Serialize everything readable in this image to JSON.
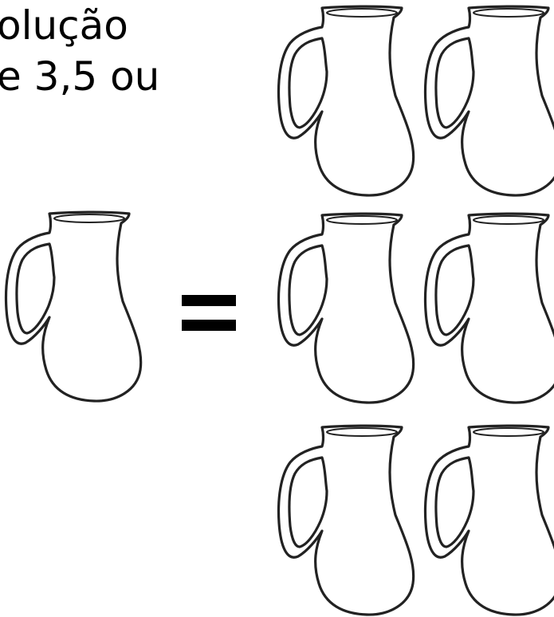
{
  "text": {
    "line1": "olução",
    "line2": "e 3,5 ou"
  },
  "figure": {
    "equals_symbol": "equals-sign",
    "single_jug": "jug-icon",
    "jug_group": {
      "rows": 3,
      "columns": 2,
      "icon": "jug-icon",
      "visible_count": 6
    }
  },
  "colors": {
    "background": "#ffffff",
    "ink": "#000000"
  }
}
